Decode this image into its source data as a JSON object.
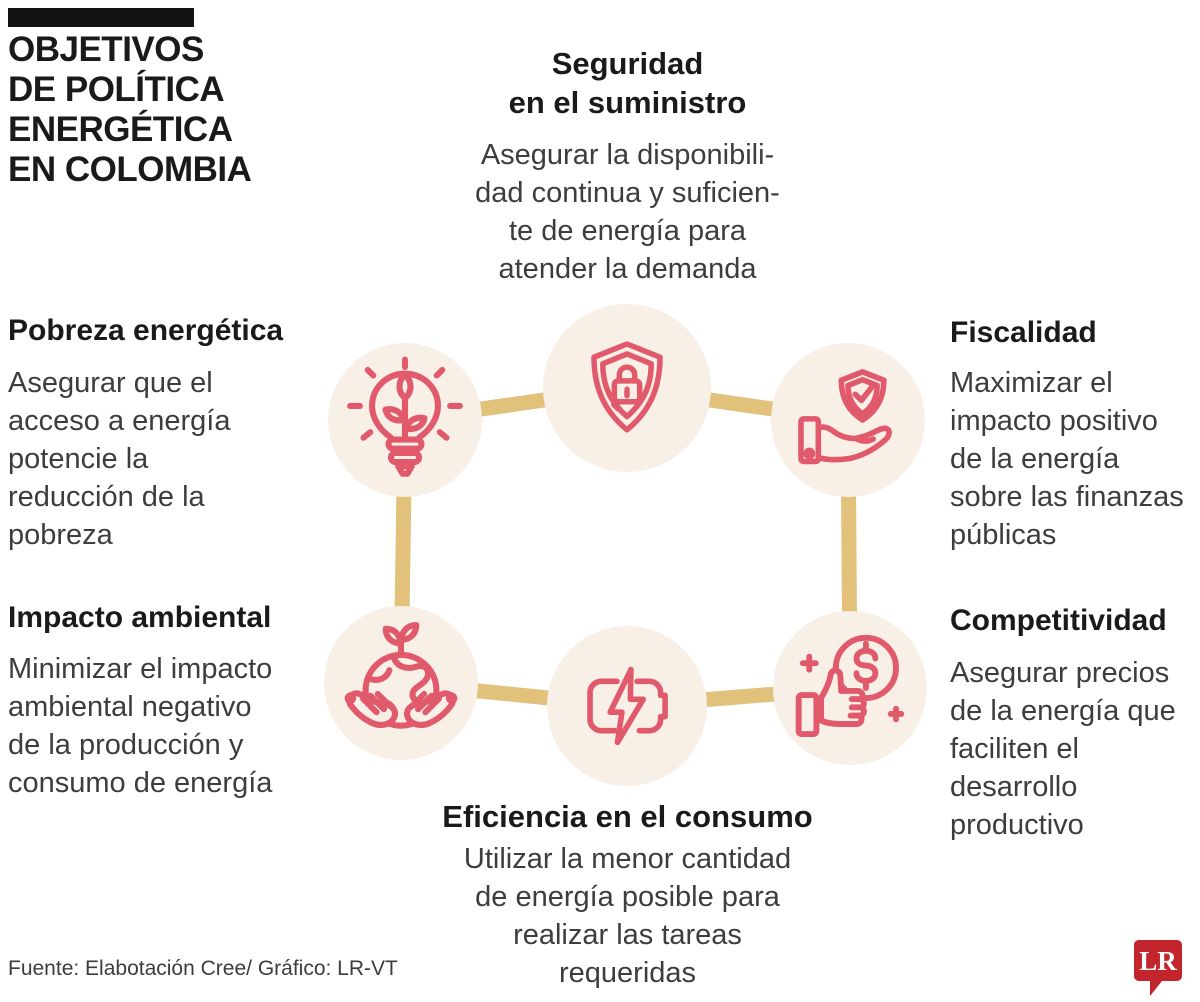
{
  "header": {
    "title": "OBJETIVOS\nDE POLÍTICA\nENERGÉTICA\nEN COLOMBIA"
  },
  "objectives": {
    "seguridad": {
      "title": "Seguridad\nen el suministro",
      "description": "Asegurar la disponibili-\ndad continua y suficien-\nte de energía para\natender la demanda",
      "icon": "shield-lock-icon"
    },
    "pobreza": {
      "title": "Pobreza energética",
      "description": "Asegurar que el\nacceso a energía\npotencie la\nreducción de la\npobreza",
      "icon": "lightbulb-plant-icon"
    },
    "fiscalidad": {
      "title": "Fiscalidad",
      "description": "Maximizar el\nimpacto positivo\nde la energía\nsobre las finanzas\npúblicas",
      "icon": "hand-shield-check-icon"
    },
    "impacto": {
      "title": "Impacto ambiental",
      "description": "Minimizar el impacto\nambiental negativo\nde la producción y\nconsumo de energía",
      "icon": "earth-hands-icon"
    },
    "competitividad": {
      "title": "Competitividad",
      "description": "Asegurar precios\nde la energía que\nfaciliten el\ndesarrollo\nproductivo",
      "icon": "thumbs-up-dollar-icon"
    },
    "eficiencia": {
      "title": "Eficiencia en el consumo",
      "description": "Utilizar la menor cantidad\nde energía posible para\nrealizar las tareas\nrequeridas",
      "icon": "battery-bolt-icon"
    }
  },
  "footer": {
    "source": "Fuente: Elabotación Cree/ Gráfico: LR-VT",
    "logo_text": "LR"
  },
  "colors": {
    "icon_stroke": "#e15a6c",
    "circle_fill": "#f8efe6",
    "connector": "#e2c17b",
    "title_text": "#1a1a1a",
    "body_text": "#3d3d3d",
    "logo_red": "#c2262c",
    "header_bar": "#131313"
  }
}
